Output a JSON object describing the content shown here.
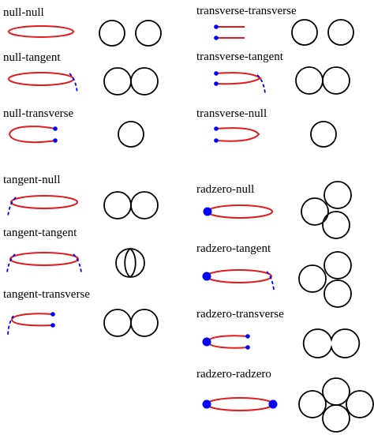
{
  "colors": {
    "ellipse": "#e41a1c",
    "endpoint": "#0000ff",
    "tangent_line": "#0000ff",
    "circle": "#000000"
  },
  "cases": [
    {
      "id": "null-null",
      "label": "null-null"
    },
    {
      "id": "null-tangent",
      "label": "null-tangent"
    },
    {
      "id": "null-transverse",
      "label": "null-transverse"
    },
    {
      "id": "tangent-null",
      "label": "tangent-null"
    },
    {
      "id": "tangent-tangent",
      "label": "tangent-tangent"
    },
    {
      "id": "tangent-transverse",
      "label": "tangent-transverse"
    },
    {
      "id": "transverse-transverse",
      "label": "transverse-transverse"
    },
    {
      "id": "transverse-tangent",
      "label": "transverse-tangent"
    },
    {
      "id": "transverse-null",
      "label": "transverse-null"
    },
    {
      "id": "radzero-null",
      "label": "radzero-null"
    },
    {
      "id": "radzero-tangent",
      "label": "radzero-tangent"
    },
    {
      "id": "radzero-transverse",
      "label": "radzero-transverse"
    },
    {
      "id": "radzero-radzero",
      "label": "radzero-radzero"
    }
  ]
}
